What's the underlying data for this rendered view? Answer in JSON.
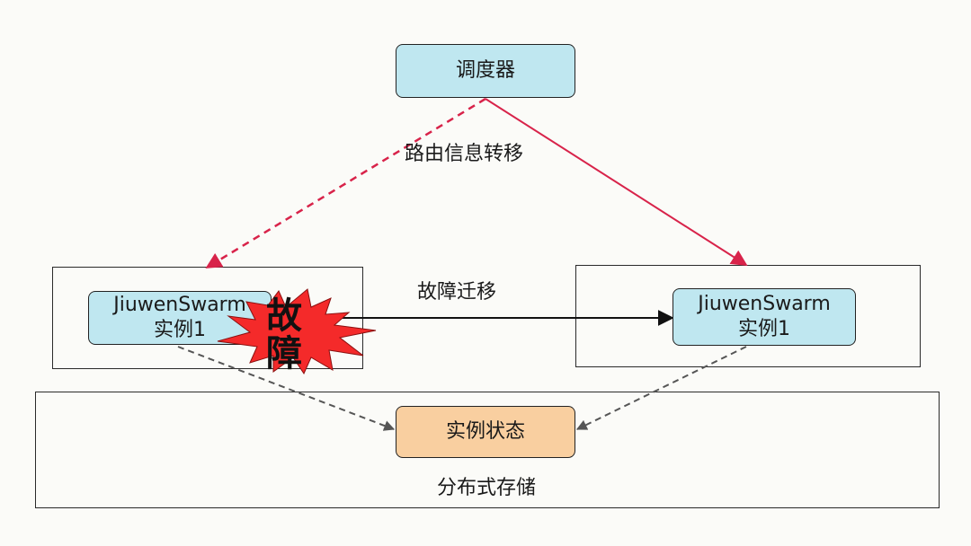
{
  "colors": {
    "node_blue": "#bfe7f0",
    "node_orange": "#f9cfa0",
    "arrow_red": "#d8234a",
    "arrow_gray": "#555555",
    "arrow_black": "#111111",
    "burst_red": "#f42a2a"
  },
  "scheduler": {
    "label": "调度器"
  },
  "route_transfer": {
    "label": "路由信息转移"
  },
  "failover": {
    "label": "故障迁移"
  },
  "instance_left": {
    "line1": "JiuwenSwarm",
    "line2": "实例1"
  },
  "instance_right": {
    "line1": "JiuwenSwarm",
    "line2": "实例1"
  },
  "fault": {
    "char1": "故",
    "char2": "障"
  },
  "instance_state": {
    "label": "实例状态"
  },
  "distributed_storage": {
    "label": "分布式存储"
  },
  "icons": {
    "fault_burst": "explosion-burst-icon"
  }
}
